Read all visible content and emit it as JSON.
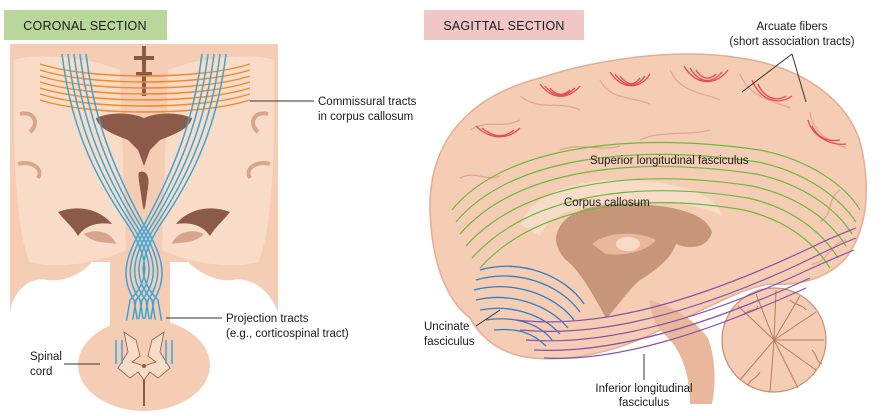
{
  "coronal": {
    "header": "CORONAL SECTION",
    "header_color": "#b9d79a",
    "labels": {
      "commissural_1": "Commissural tracts",
      "commissural_2": "in corpus callosum",
      "projection_1": "Projection tracts",
      "projection_2": "(e.g., corticospinal tract)",
      "spinal_1": "Spinal",
      "spinal_2": "cord"
    }
  },
  "sagittal": {
    "header": "SAGITTAL SECTION",
    "header_color": "#f0c6c6",
    "labels": {
      "arcuate_1": "Arcuate fibers",
      "arcuate_2": "(short association tracts)",
      "superior": "Superior longitudinal fasciculus",
      "corpus": "Corpus callosum",
      "uncinate_1": "Uncinate",
      "uncinate_2": "fasciculus",
      "inferior_1": "Inferior longitudinal",
      "inferior_2": "fasciculus"
    }
  },
  "colors": {
    "tissue": "#f5cdb4",
    "tissue_light": "#f9dcc8",
    "tissue_dark": "#8c5a48",
    "projection": "#3aa6d8",
    "commissural": "#ef8a2e",
    "arcuate": "#e8485a",
    "superior": "#6cb843",
    "uncinate": "#2f7fc4",
    "inferior": "#8a4fa6",
    "leader": "#333333"
  }
}
